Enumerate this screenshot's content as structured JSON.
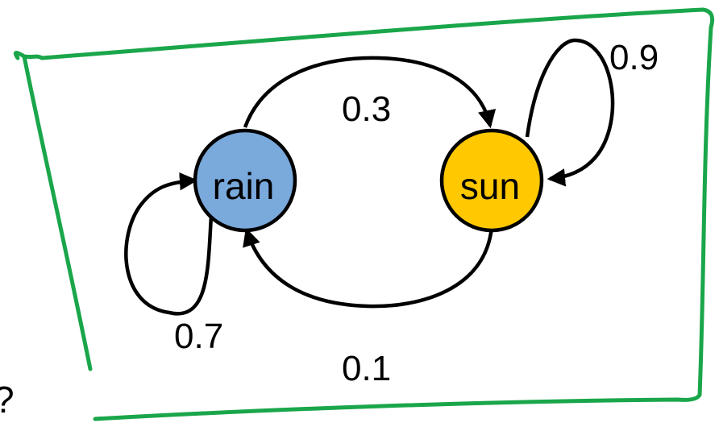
{
  "colors": {
    "frame": "#1aa64a",
    "rain_fill": "#7aa9dc",
    "sun_fill": "#ffc800",
    "edge": "#000000",
    "background": "#ffffff"
  },
  "states": {
    "rain": {
      "label": "rain"
    },
    "sun": {
      "label": "sun"
    }
  },
  "transitions": {
    "rain_to_rain": "0.7",
    "rain_to_sun": "0.3",
    "sun_to_rain": "0.1",
    "sun_to_sun": "0.9"
  },
  "stray_mark": "?"
}
